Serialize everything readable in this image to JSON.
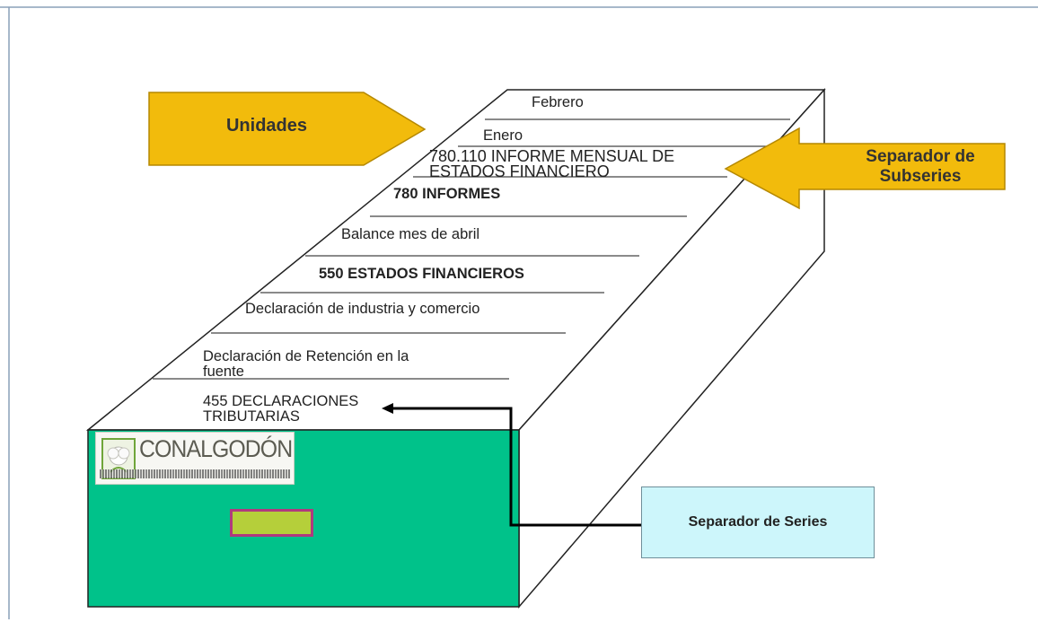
{
  "diagram": {
    "arrow_unidades": "Unidades",
    "arrow_subseries_line1": "Separador de",
    "arrow_subseries_line2": "Subseries",
    "separador_series": "Separador de Series",
    "folders": {
      "febrero": "Febrero",
      "enero": "Enero",
      "informe_line1": "780.110 INFORME MENSUAL DE",
      "informe_line2": "ESTADOS FINANCIERO",
      "informes": "780 INFORMES",
      "balance": "Balance mes de abril",
      "estados": "550 ESTADOS FINANCIEROS",
      "declaracion_industria": "Declaración de industria y comercio",
      "retencion_line1": "Declaración de Retención en la",
      "retencion_line2": "fuente",
      "declaraciones_line1": "455 DECLARACIONES",
      "declaraciones_line2": "TRIBUTARIAS"
    },
    "logo": {
      "name": "CONALGODÓN",
      "tagline": "CONFEDERACIÓN COLOMBIANA DEL ALGODÓN"
    },
    "colors": {
      "box_front": "#00c28a",
      "arrow_fill": "#f2bb0c",
      "series_box": "#cdf6fb",
      "handle_fill": "#b5cf3a",
      "handle_border": "#b03a7e"
    }
  }
}
